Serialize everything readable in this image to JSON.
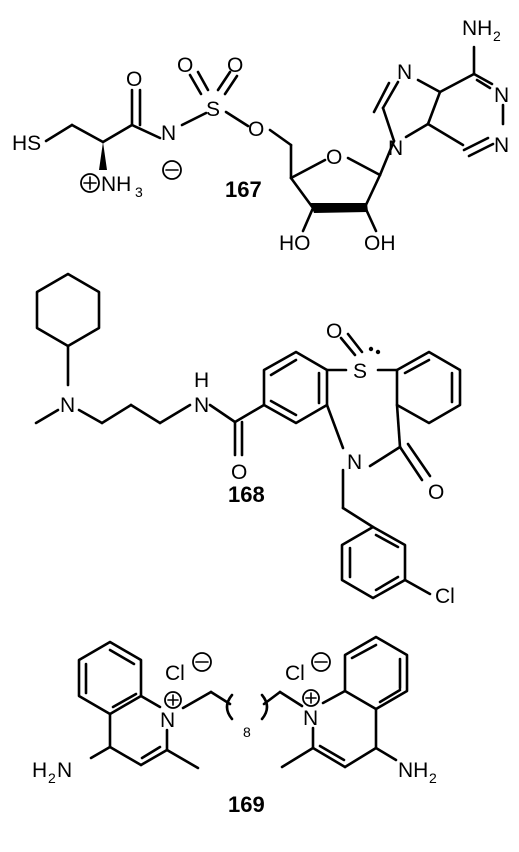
{
  "compounds": [
    {
      "label": "167",
      "atoms": {
        "sh": "HS",
        "nh3": "NH",
        "nh3_sub": "3",
        "carbonyl_o": "O",
        "amide_n": "N",
        "s": "S",
        "so_o1": "O",
        "so_o2": "O",
        "ester_o": "O",
        "ring_o": "O",
        "oh1": "HO",
        "oh2": "OH",
        "nh2": "NH",
        "nh2_sub": "2",
        "n7": "N",
        "n9": "N",
        "n1": "N",
        "n3": "N"
      }
    },
    {
      "label": "168",
      "atoms": {
        "amine_n": "N",
        "amide_h": "H",
        "amide_n": "N",
        "amide_o": "O",
        "sulfoxide_s": "S",
        "sulfoxide_o": "O",
        "ring_n": "N",
        "lactam_o": "O",
        "cl": "Cl"
      }
    },
    {
      "label": "169",
      "atoms": {
        "cl1": "Cl",
        "cl2": "Cl",
        "n_left": "N",
        "n_right": "N",
        "h2n": "H",
        "h2n_sub": "2",
        "h2n_n": "N",
        "nh2_right": "NH",
        "nh2_right_sub": "2",
        "chain_count": "8"
      }
    }
  ]
}
